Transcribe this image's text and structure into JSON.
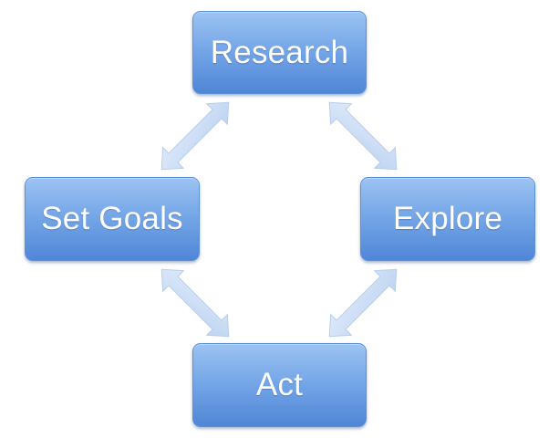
{
  "diagram": {
    "type": "cycle",
    "nodes": [
      {
        "id": "research",
        "label": "Research"
      },
      {
        "id": "setgoals",
        "label": "Set Goals"
      },
      {
        "id": "explore",
        "label": "Explore"
      },
      {
        "id": "act",
        "label": "Act"
      }
    ],
    "edges": [
      {
        "from": "research",
        "to": "setgoals",
        "direction": "both"
      },
      {
        "from": "research",
        "to": "explore",
        "direction": "both"
      },
      {
        "from": "setgoals",
        "to": "act",
        "direction": "both"
      },
      {
        "from": "explore",
        "to": "act",
        "direction": "both"
      }
    ]
  },
  "colors": {
    "node_top": "#9cc3f2",
    "node_bottom": "#4f86d6",
    "node_text": "#ffffff",
    "arrow_fill": "#cfe0f6"
  }
}
